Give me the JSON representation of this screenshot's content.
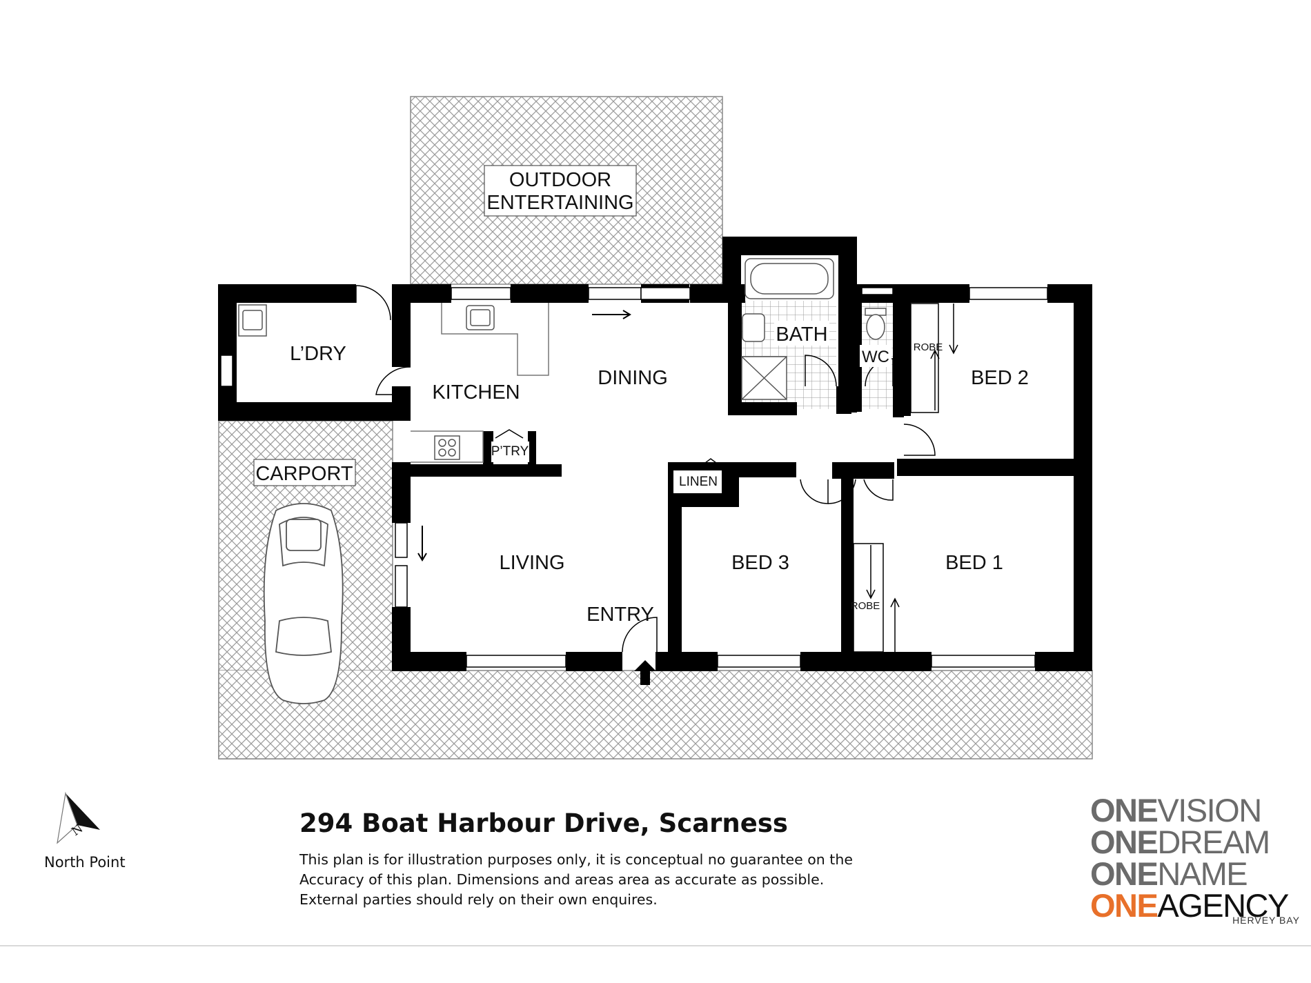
{
  "rooms": {
    "outdoor": [
      "OUTDOOR",
      "ENTERTAINING"
    ],
    "laundry": "L’DRY",
    "kitchen": "KITCHEN",
    "dining": "DINING",
    "bath": "BATH",
    "wc": "WC",
    "bed2": "BED 2",
    "robe_bed2": "ROBE",
    "pantry": "P’TRY",
    "carport": "CARPORT",
    "linen": "LINEN",
    "living": "LIVING",
    "entry": "ENTRY",
    "bed3": "BED 3",
    "bed1": "BED 1",
    "robe_bed1": "ROBE"
  },
  "footer": {
    "north_label": "North Point",
    "address": "294 Boat Harbour Drive, Scarness",
    "disclaimer": [
      "This plan is for illustration purposes only, it is conceptual no guarantee on the",
      "Accuracy of this plan. Dimensions and areas area as accurate as possible.",
      "External parties should rely on their own enquires."
    ]
  },
  "brand": {
    "lines": [
      {
        "one": "ONE",
        "word": "VISION"
      },
      {
        "one": "ONE",
        "word": "DREAM"
      },
      {
        "one": "ONE",
        "word": "NAME"
      },
      {
        "one": "ONE",
        "word": "AGENCY"
      }
    ],
    "location": "HERVEY BAY",
    "grey": "#6b6b6b",
    "orange": "#e8702a"
  },
  "colors": {
    "wall": "#000000",
    "hatch": "#9a9a9a"
  },
  "icons": [
    "north-arrow-icon",
    "car-icon",
    "bathtub-icon",
    "toilet-icon",
    "stove-icon",
    "sink-icon"
  ]
}
